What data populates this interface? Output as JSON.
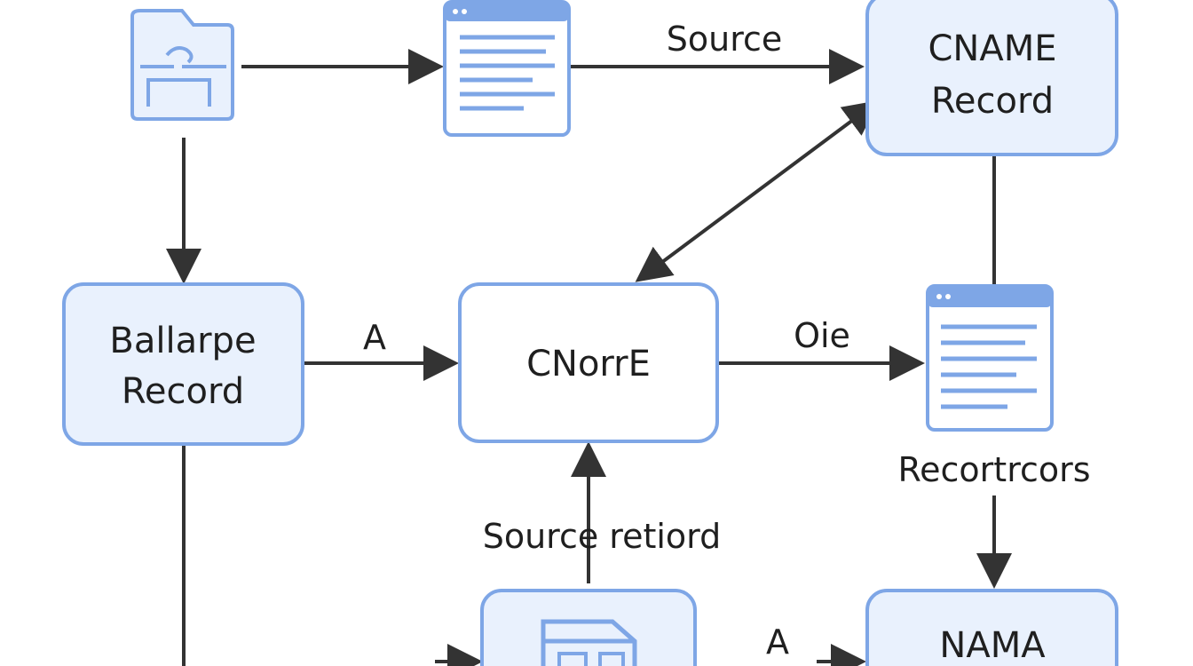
{
  "colors": {
    "box_fill": "#e9f1fd",
    "box_stroke": "#7ea6e6",
    "node_fill": "#ffffff",
    "arrow": "#333333",
    "text": "#1f1f1f",
    "doc_header": "#7ea6e6",
    "doc_lines": "#7ea6e6"
  },
  "nodes": {
    "cname_record": {
      "line1": "CNAME",
      "line2": "Record"
    },
    "ballarpe_record": {
      "line1": "Ballarpe",
      "line2": "Record"
    },
    "cnorre": {
      "label": "CNorrE"
    },
    "nama": {
      "label": "NAMA"
    }
  },
  "edges": {
    "source": "Source",
    "a_top": "A",
    "oie": "Oie",
    "recortrcors": "Recortrcors",
    "source_retiord": "Source retiord",
    "a_bottom": "A"
  },
  "icons": {
    "folder": "folder-icon",
    "document_top": "document-icon",
    "document_right": "document-icon",
    "file_bottom": "file-icon"
  }
}
